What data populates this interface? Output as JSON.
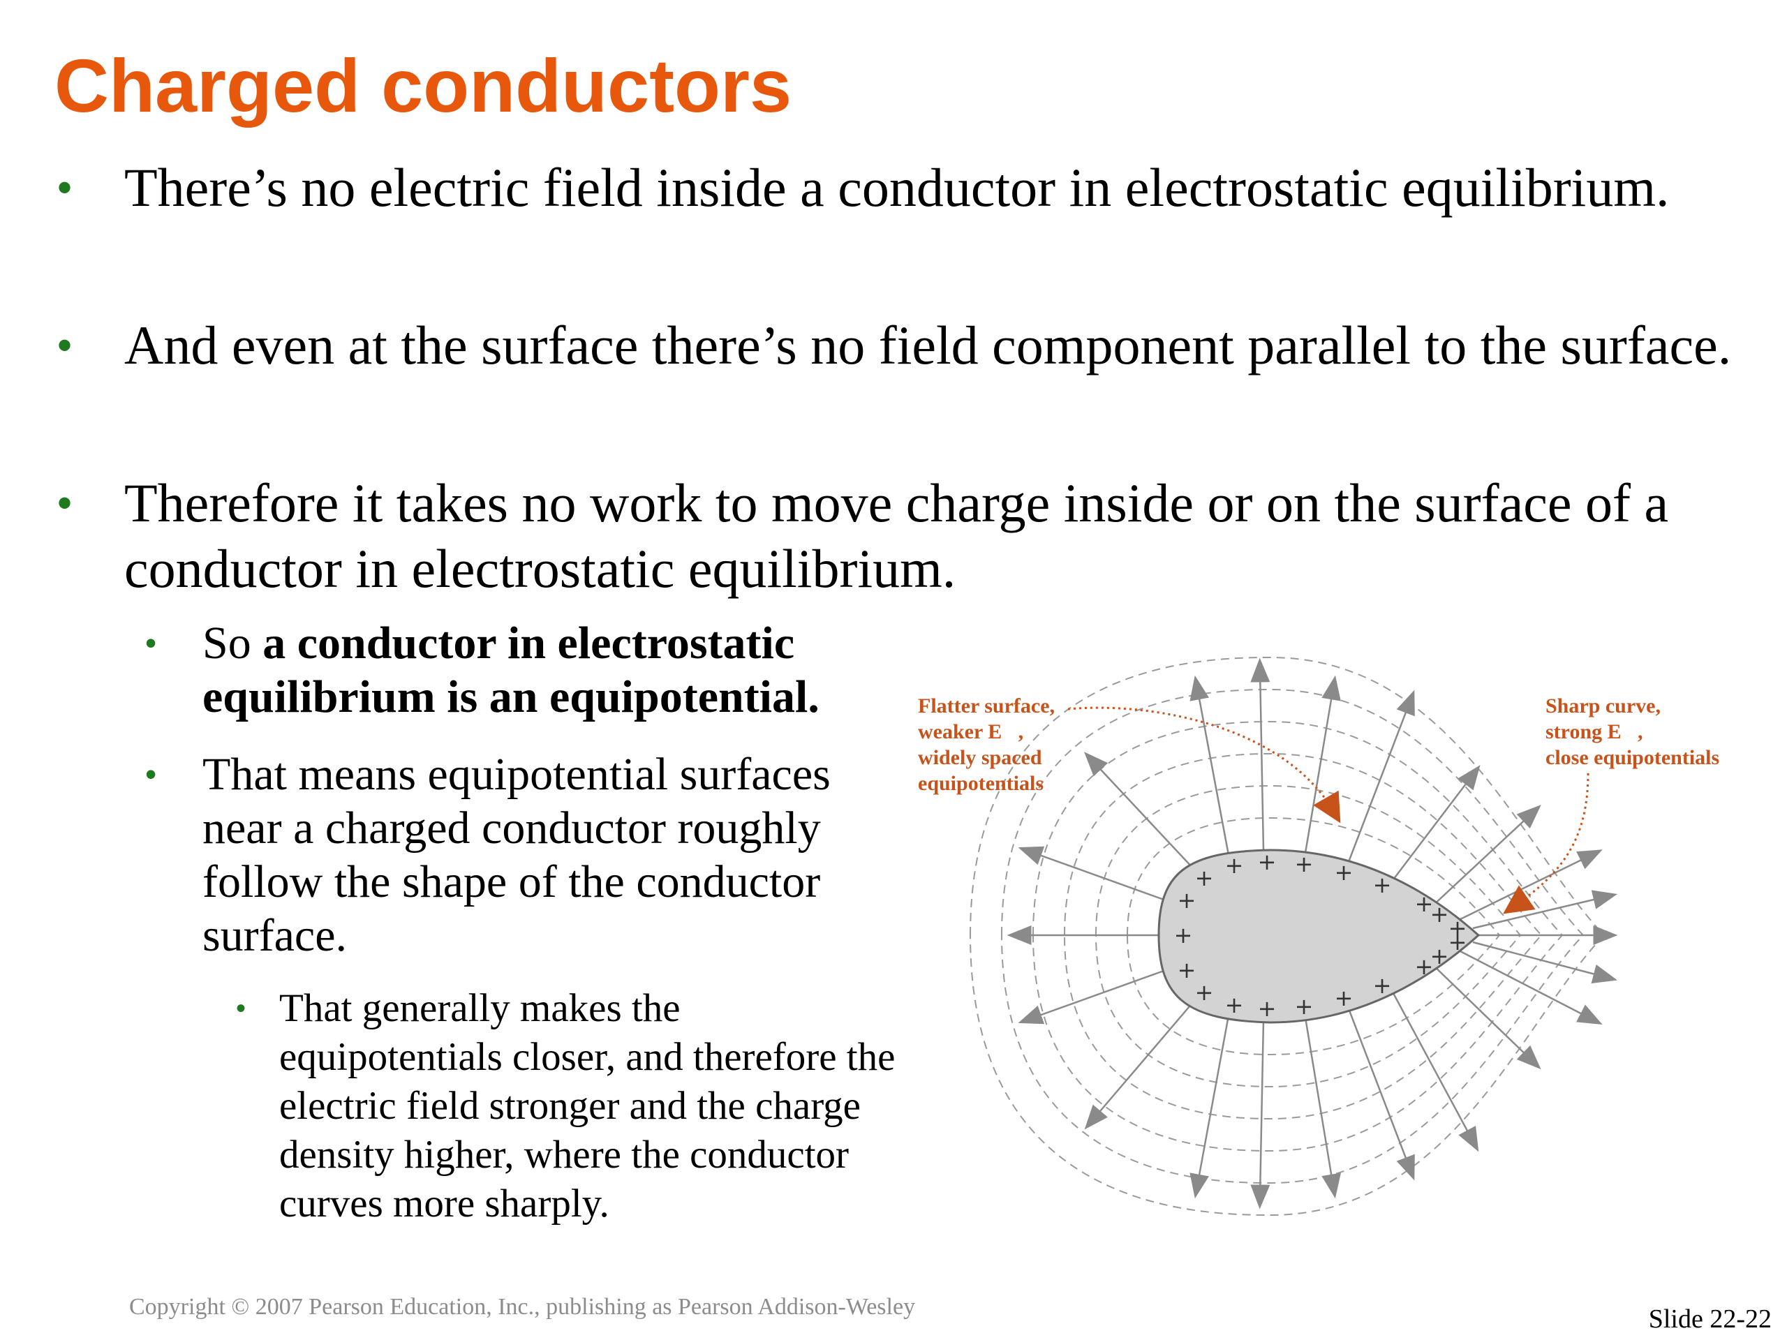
{
  "slide": {
    "title": "Charged conductors",
    "bullet_char": "•",
    "bullets": [
      {
        "text": "There’s no electric field inside a conductor in electrostatic equilibrium."
      },
      {
        "text": "And even at the surface there’s no field component parallel to the surface."
      },
      {
        "text": "Therefore it takes no work to move charge inside or on the surface of a conductor in electrostatic equilibrium."
      }
    ],
    "sub_bullets": [
      {
        "prefix": "So ",
        "bold": "a conductor in electrostatic equilibrium is an equipotential."
      },
      {
        "text": "That means equipotential surfaces near a charged conductor roughly follow the shape of the conductor surface."
      }
    ],
    "sub_sub_bullets": [
      {
        "text": "That generally makes the equipotentials closer, and therefore the electric field stronger and the charge density higher, where the conductor curves more sharply."
      }
    ],
    "diagram": {
      "left_callout": [
        "Flatter surface,",
        "weaker E⃗,",
        "widely spaced",
        "equipotentials"
      ],
      "right_callout": [
        "Sharp curve,",
        "strong E⃗,",
        "close equipotentials"
      ],
      "charge_symbol": "+",
      "colors": {
        "conductor_fill": "#d3d3d3",
        "conductor_stroke": "#666666",
        "field_line": "#8a8a8a",
        "equipotential": "#9a9a9a",
        "callout": "#c8531a"
      }
    },
    "footer": "Copyright © 2007 Pearson Education, Inc., publishing as Pearson Addison-Wesley",
    "slide_number": "Slide 22-22"
  }
}
